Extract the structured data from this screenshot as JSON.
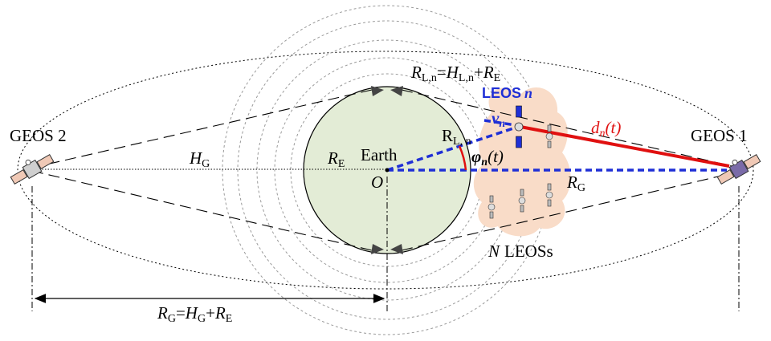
{
  "labels": {
    "geos2": "GEOS 2",
    "geos1": "GEOS 1",
    "earth": "Earth",
    "origin": "O",
    "leo_count": "N",
    "leo_count_suffix": "LEOSs",
    "leos_n_prefix": "LEOS",
    "leos_n_index": "n"
  },
  "symbols": {
    "h_g": "H",
    "h_g_sub": "G",
    "r_e": "R",
    "r_e_sub": "E",
    "r_g": "R",
    "r_g_sub": "G",
    "r_ln": "R",
    "r_ln_sub": "L, n",
    "v_n": "v",
    "v_n_sub": "n",
    "phi": "φ",
    "phi_sub": "n",
    "phi_arg": "(t)",
    "d_n": "d",
    "d_n_sub": "n",
    "d_n_arg": "(t)"
  },
  "equations": {
    "top_lhs": "R",
    "top_lhs_sub": "L,n",
    "top_eq": "=",
    "top_h": "H",
    "top_h_sub": "L,n",
    "top_plus": "+",
    "top_r": "R",
    "top_r_sub": "E",
    "bottom_lhs": "R",
    "bottom_lhs_sub": "G",
    "bottom_eq": "=",
    "bottom_h": "H",
    "bottom_h_sub": "G",
    "bottom_plus": "+",
    "bottom_r": "R",
    "bottom_r_sub": "E"
  },
  "colors": {
    "earth_fill": "#e3ecd6",
    "leo_cloud": "#f9dcc8",
    "link_blue": "#1f2fd6",
    "link_red": "#e01010",
    "satellite_body": "#f0c9b6",
    "satellite_panel": "#7a6ba8"
  }
}
